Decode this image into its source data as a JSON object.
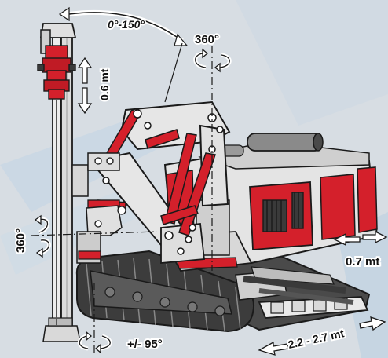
{
  "colors": {
    "background": "#d7dde3",
    "background_band": "#c6d6e3",
    "machine_body": "#e4e4e4",
    "machine_shadow": "#a9a9a9",
    "accent_red": "#d4202b",
    "outline": "#1a1a1a",
    "track_dark": "#3c3c3c"
  },
  "labels": {
    "mast_tilt": "0°-150°",
    "mast_rotation_top": "360°",
    "mast_stroke": "0.6 mt",
    "head_rotation_side": "360°",
    "base_swing": "+/- 95°",
    "track_extension": "0.7 mt",
    "track_width": "2.2 - 2.7 mt"
  },
  "icons": [
    "curved-arrow-icon",
    "rotation-arrows-icon",
    "vertical-double-arrow-icon",
    "horizontal-double-arrow-icon"
  ]
}
